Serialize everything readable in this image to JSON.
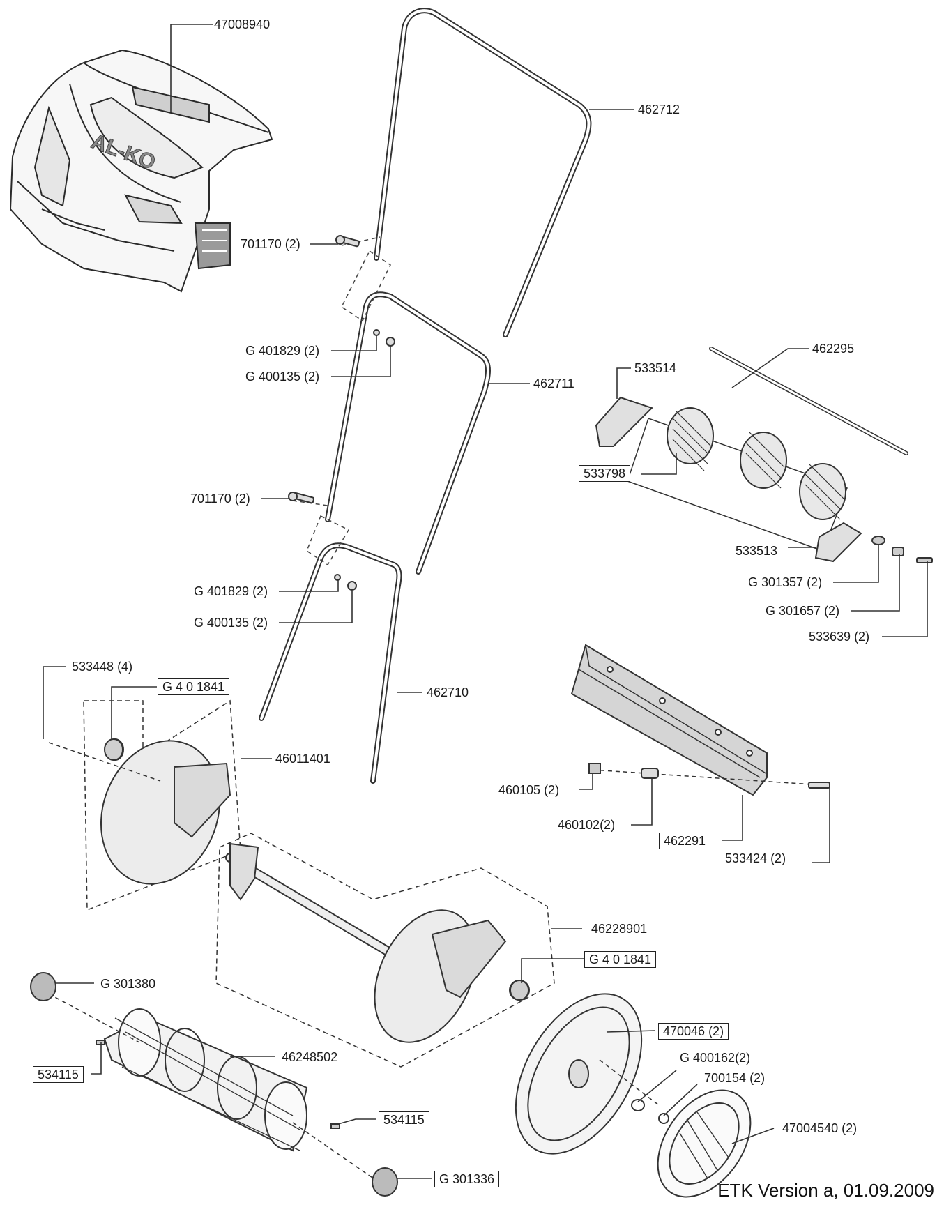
{
  "labels": {
    "p47008940": "47008940",
    "p462712": "462712",
    "p701170_a": "701170 (2)",
    "p462711": "462711",
    "pG401829_a": "G 401829 (2)",
    "pG400135_a": "G 400135 (2)",
    "p462295": "462295",
    "p533514": "533514",
    "p533798": "533798",
    "p701170_b": "701170 (2)",
    "p533513": "533513",
    "pG301357": "G 301357 (2)",
    "pG301657": "G 301657 (2)",
    "p533639": "533639 (2)",
    "pG401829_b": "G 401829 (2)",
    "pG400135_b": "G 400135 (2)",
    "p533448": "533448 (4)",
    "pG401841_a": "G 4 0 1841",
    "p462710": "462710",
    "p46011401": "46011401",
    "p460105": "460105 (2)",
    "p460102": "460102(2)",
    "p462291": "462291",
    "p533424": "533424 (2)",
    "p46228901": "46228901",
    "pG401841_b": "G 4 0 1841",
    "pG301380": "G 301380",
    "p470046": "470046 (2)",
    "pG400162": "G 400162(2)",
    "p700154": "700154 (2)",
    "p46248502": "46248502",
    "p534115_a": "534115",
    "p534115_b": "534115",
    "p47004540": "47004540 (2)",
    "pG301336": "G 301336"
  },
  "logo_text": "AL-KO",
  "footer": "ETK Version a, 01.09.2009"
}
